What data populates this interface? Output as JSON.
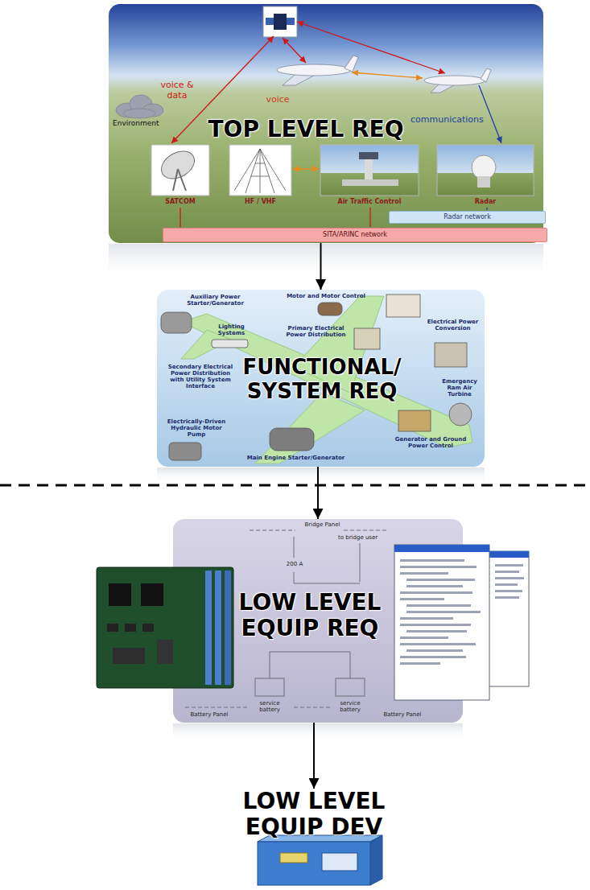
{
  "diagram": {
    "nodes": [
      {
        "text": [
          "TOP LEVEL REQ"
        ]
      },
      {
        "text": [
          "Radar network"
        ],
        "in": 0
      },
      {
        "text": [
          "SITA/ARINC network"
        ],
        "in": 0
      },
      {
        "text": [
          "FUNCTIONAL/ SYSTEM REQ"
        ]
      },
      {
        "text": [
          "LOW LEVEL EQUIP REQ"
        ]
      },
      {
        "text": [
          "LOW LEVEL EQUIP DEV"
        ]
      }
    ],
    "edges": [
      {
        "from": 0,
        "to": 3,
        "arrow": "to"
      },
      {
        "from": 3,
        "to": 4,
        "arrow": "to"
      },
      {
        "from": 4,
        "to": 5,
        "arrow": "to"
      }
    ],
    "labels": [
      "voice & data",
      "voice",
      "communications",
      "Environment",
      "SATCOM",
      "HF / VHF",
      "Air Traffic Control",
      "Radar",
      "Auxiliary Power Starter/Generator",
      "Lighting Systems",
      "Motor and Motor Control",
      "Primary Electrical Power Distribution",
      "Electrical Power Conversion",
      "Secondary Electrical Power Distribution with Utility System Interface",
      "Emergency Ram Air Turbine",
      "Electrically-Driven Hydraulic Motor Pump",
      "Main Engine Starter/Generator",
      "Generator and Ground Power Control",
      "Bridge Panel",
      "to bridge user",
      "200 A",
      "service battery",
      "service battery",
      "Battery Panel",
      "Battery Panel"
    ]
  }
}
